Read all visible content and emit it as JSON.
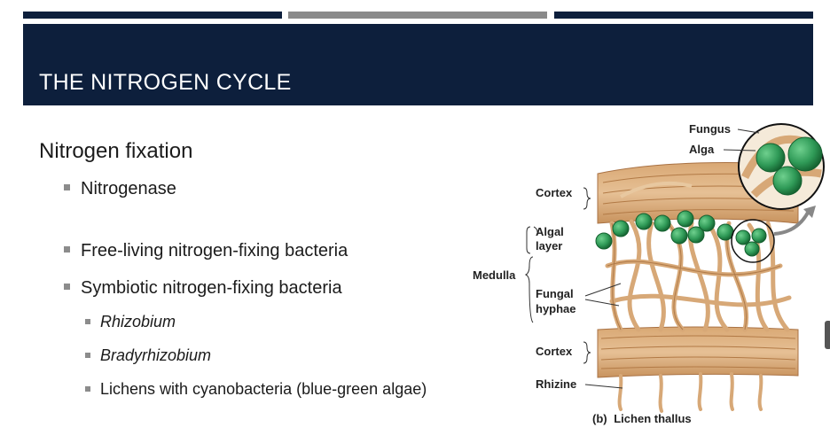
{
  "slide": {
    "title": "THE NITROGEN CYCLE",
    "heading": "Nitrogen fixation",
    "bullets": [
      "Nitrogenase",
      "Free-living nitrogen-fixing bacteria",
      "Symbiotic nitrogen-fixing bacteria"
    ],
    "sub_bullets": [
      "Rhizobium",
      "Bradyrhizobium",
      "Lichens with cyanobacteria (blue-green algae)"
    ]
  },
  "figure": {
    "labels": {
      "fungus": "Fungus",
      "alga": "Alga",
      "cortex_top": "Cortex",
      "algal_layer_1": "Algal",
      "algal_layer_2": "layer",
      "medulla": "Medulla",
      "fungal_hyphae_1": "Fungal",
      "fungal_hyphae_2": "hyphae",
      "cortex_bottom": "Cortex",
      "rhizine": "Rhizine",
      "caption_prefix": "(b)",
      "caption": "Lichen thallus"
    },
    "colors": {
      "hyphae": "#e2b98a",
      "hyphae_stroke": "#b98552",
      "algae": "#2f9a57",
      "algae_dark": "#17703a"
    }
  }
}
